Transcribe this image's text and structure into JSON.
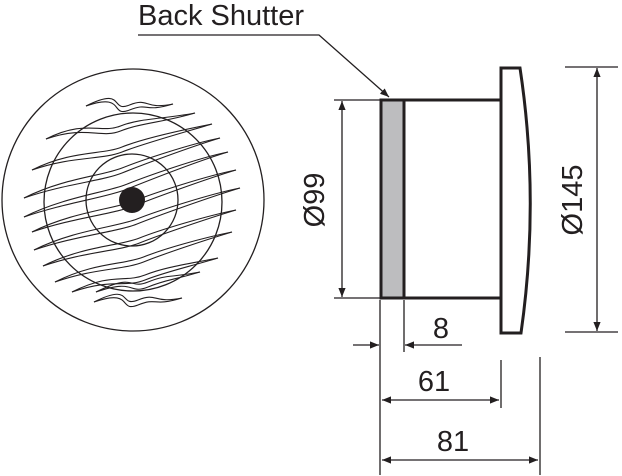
{
  "callout": {
    "label": "Back Shutter"
  },
  "dimensions": {
    "shutter_diameter": "Ø99",
    "front_diameter": "Ø145",
    "shutter_depth": "8",
    "body_depth": "61",
    "total_depth": "81"
  },
  "colors": {
    "line": "#231f20",
    "shutter_fill": "#bdbdbf"
  }
}
